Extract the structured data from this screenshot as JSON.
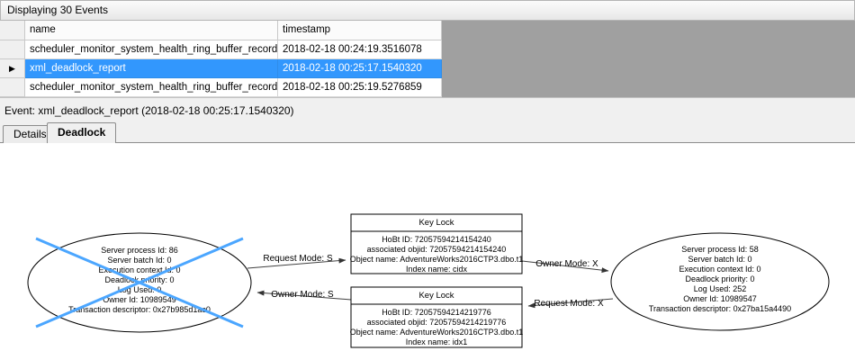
{
  "header": {
    "title": "Displaying 30 Events"
  },
  "grid": {
    "selector_icon": "▶",
    "columns": [
      "name",
      "timestamp"
    ],
    "rows": [
      {
        "name": "scheduler_monitor_system_health_ring_buffer_recorded",
        "timestamp": "2018-02-18 00:24:19.3516078",
        "selected": false
      },
      {
        "name": "xml_deadlock_report",
        "timestamp": "2018-02-18 00:25:17.1540320",
        "selected": true
      },
      {
        "name": "scheduler_monitor_system_health_ring_buffer_recorded",
        "timestamp": "2018-02-18 00:25:19.5276859",
        "selected": false
      }
    ]
  },
  "event_label": "Event: xml_deadlock_report (2018-02-18 00:25:17.1540320)",
  "tabs": [
    {
      "label": "Details"
    },
    {
      "label": "Deadlock"
    }
  ],
  "colors": {
    "selected_row_bg": "#3297FD",
    "selected_row_text": "#FFFFFF",
    "victim_cross": "#4BA6FF"
  },
  "graph": {
    "left_process": {
      "lines": [
        "Server process Id: 86",
        "Server batch Id: 0",
        "Execution context Id: 0",
        "Deadlock priority: 0",
        "Log Used: 0",
        "Owner Id: 10989549",
        "Transaction descriptor: 0x27b985d1ac0"
      ]
    },
    "right_process": {
      "lines": [
        "Server process Id: 58",
        "Server batch Id: 0",
        "Execution context Id: 0",
        "Deadlock priority: 0",
        "Log Used: 252",
        "Owner Id: 10989547",
        "Transaction descriptor: 0x27ba15a4490"
      ]
    },
    "top_lock": {
      "title": "Key Lock",
      "lines": [
        "HoBt ID: 72057594214154240",
        "associated objid: 72057594214154240",
        "Object name: AdventureWorks2016CTP3.dbo.t1",
        "Index name: cidx"
      ]
    },
    "bottom_lock": {
      "title": "Key Lock",
      "lines": [
        "HoBt ID: 72057594214219776",
        "associated objid: 72057594214219776",
        "Object name: AdventureWorks2016CTP3.dbo.t1",
        "Index name: idx1"
      ]
    },
    "edges": [
      {
        "label": "Request Mode: S"
      },
      {
        "label": "Owner Mode: S"
      },
      {
        "label": "Owner Mode: X"
      },
      {
        "label": "Request Mode: X"
      }
    ]
  }
}
